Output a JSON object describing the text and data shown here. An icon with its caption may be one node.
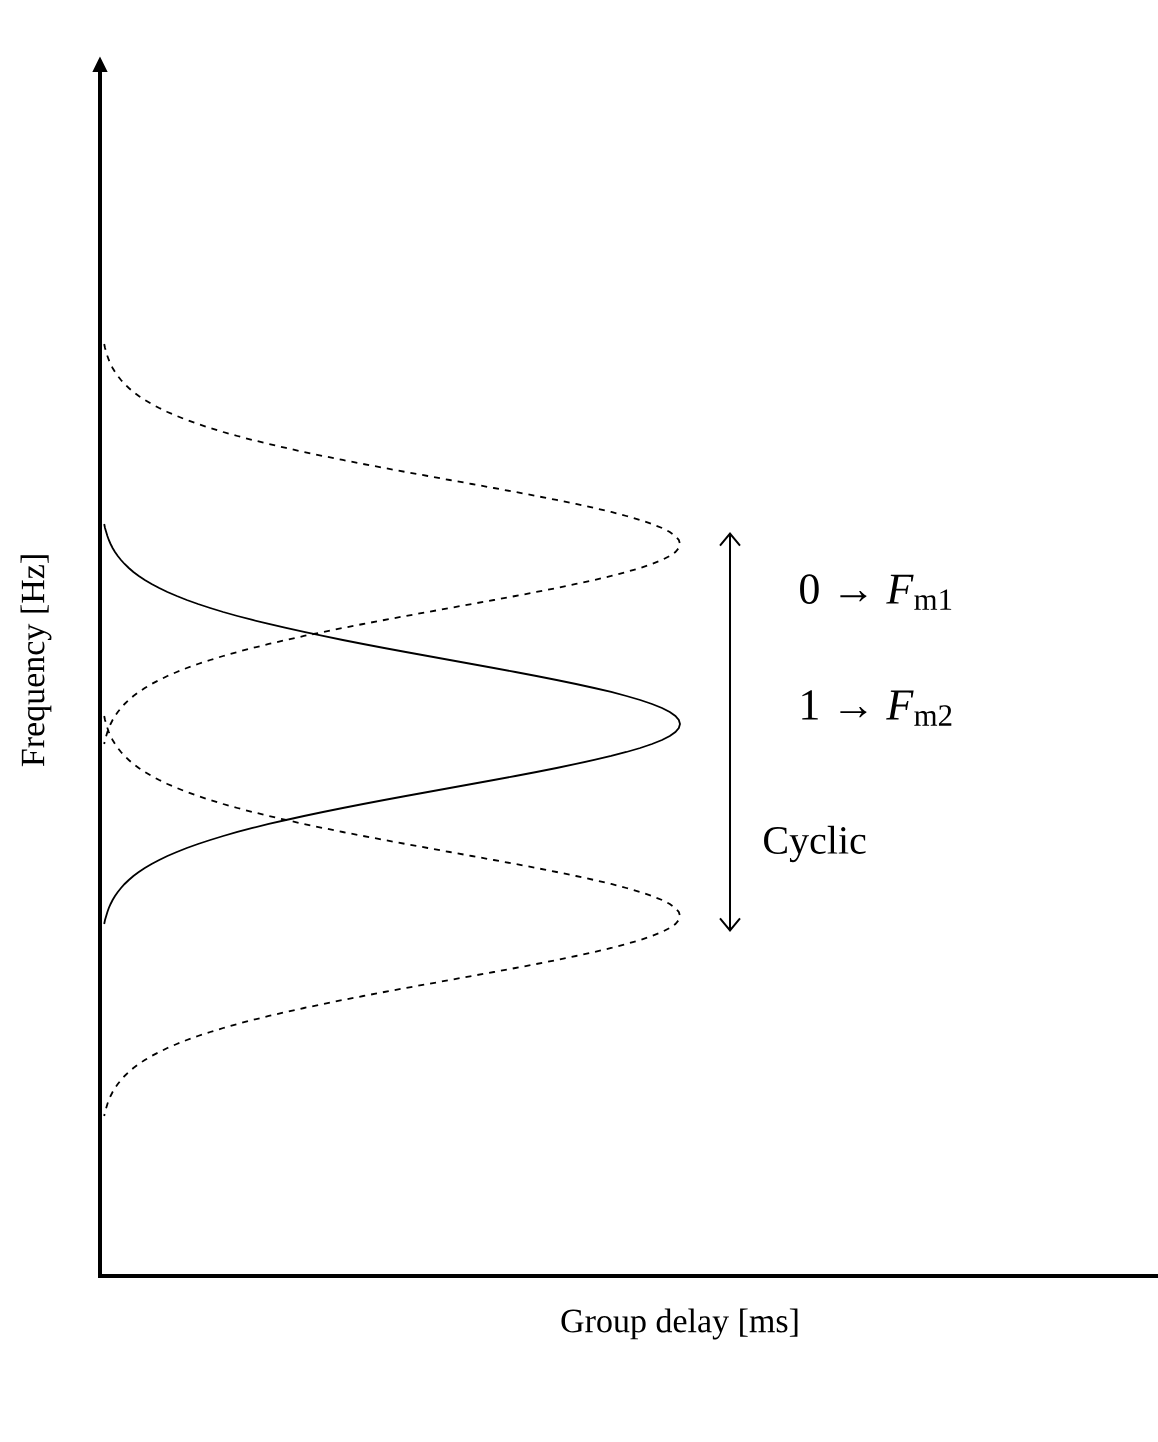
{
  "diagram": {
    "labels": [
      "0 → *F*$_{m1}$",
      "1 → *F*$_{m2}$",
      "Cyclic",
      "Frequency [Hz]",
      "Group delay [ms]"
    ]
  }
}
